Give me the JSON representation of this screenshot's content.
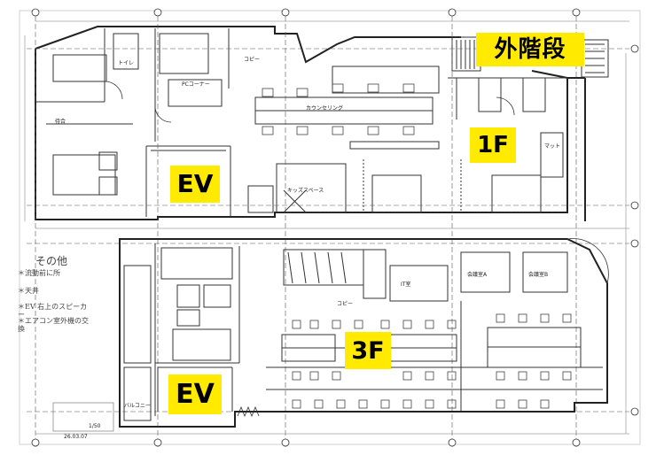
{
  "labels": {
    "exterior_stairs": "外階段",
    "ev_1f": "EV",
    "floor_1f": "1F",
    "floor_3f": "3F",
    "ev_3f": "EV"
  },
  "notes": {
    "title": "その他",
    "items": [
      "＊流動前に所",
      "＊天井",
      "＊EV 右上のスピーカー",
      "＊エアコン室外機の交換"
    ]
  },
  "plan_labels": {
    "toilet": "トイレ",
    "pc_corner": "PCコーナー",
    "copy_1f": "コピー",
    "waiting": "待合",
    "counseling": "カウンセリング",
    "kids_space": "キッズスペース",
    "mat": "マット",
    "it_room": "IT室",
    "copy_3f": "コピー",
    "balcony": "バルコニー",
    "meeting_a": "会議室A",
    "meeting_b": "会議室B",
    "date": "26.03.07",
    "scale": "1/50"
  }
}
